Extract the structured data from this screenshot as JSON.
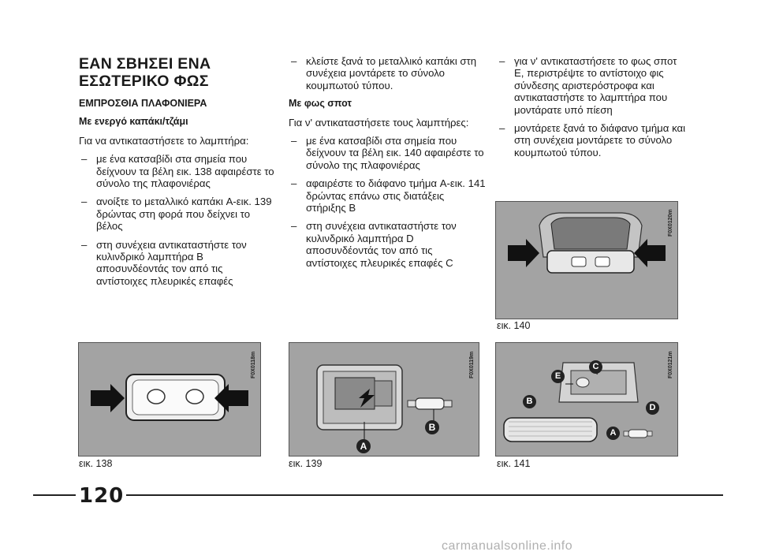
{
  "col1": {
    "title": "ΕΑΝ ΣΒΗΣΕΙ ΕΝΑ ΕΣΩΤΕΡΙΚΟ ΦΩΣ",
    "section": "ΕΜΠΡΟΣΘΙΑ ΠΛΑΦΟΝΙΕΡΑ",
    "subsection": "Με ενεργό καπάκι/τζάμι",
    "intro": "Για να αντικαταστήσετε το λαμπτήρα:",
    "items": [
      "με ένα κατσαβίδι στα σημεία που δείχνουν τα βέλη εικ. 138 αφαιρέστε το σύνολο της πλαφονιέρας",
      "ανοίξτε το μεταλλικό καπάκι A-εικ. 139 δρώντας στη φορά που δείχνει το βέλος",
      "στη συνέχεια αντικαταστήστε τον κυλινδρικό λαμπτήρα B αποσυνδέοντάς τον από τις αντίστοιχες πλευρικές επαφές"
    ]
  },
  "col2": {
    "items_top": [
      "κλείστε ξανά το μεταλλικό καπάκι στη συνέχεια μοντάρετε το σύνολο κουμπωτού τύπου."
    ],
    "subsection": "Με φως σποτ",
    "intro": "Για ν' αντικαταστήσετε τους λαμπτήρες:",
    "items": [
      "με ένα κατσαβίδι στα σημεία που δείχνουν τα βέλη εικ. 140 αφαιρέστε το σύνολο της πλαφονιέρας",
      "αφαιρέστε το διάφανο τμήμα A-εικ. 141 δρώντας επάνω στις διατάξεις στήριξης B",
      "στη συνέχεια αντικαταστήστε τον κυλινδρικό λαμπτήρα D αποσυνδέοντάς τον από τις αντίστοιχες πλευρικές επαφές C"
    ]
  },
  "col3": {
    "items": [
      "για ν' αντικαταστήσετε το φως σποτ E, περιστρέψτε το αντίστοιχο φις σύνδεσης αριστερόστροφα και αντικαταστήστε το λαμπτήρα που μοντάρατε υπό πίεση",
      "μοντάρετε ξανά το διάφανο τμήμα και στη συνέχεια μοντάρετε το σύνολο κουμπωτού τύπου."
    ]
  },
  "figures": {
    "fig138": {
      "caption": "εικ. 138",
      "code": "F0X0118m"
    },
    "fig139": {
      "caption": "εικ. 139",
      "code": "F0X0119m",
      "labels": [
        "A",
        "B"
      ]
    },
    "fig140": {
      "caption": "εικ. 140",
      "code": "F0X0120m"
    },
    "fig141": {
      "caption": "εικ. 141",
      "code": "F0X0121m",
      "labels": [
        "A",
        "B",
        "C",
        "D",
        "E"
      ]
    }
  },
  "dash": "–",
  "page_number": "120",
  "watermark": "carmanualsonline.info"
}
